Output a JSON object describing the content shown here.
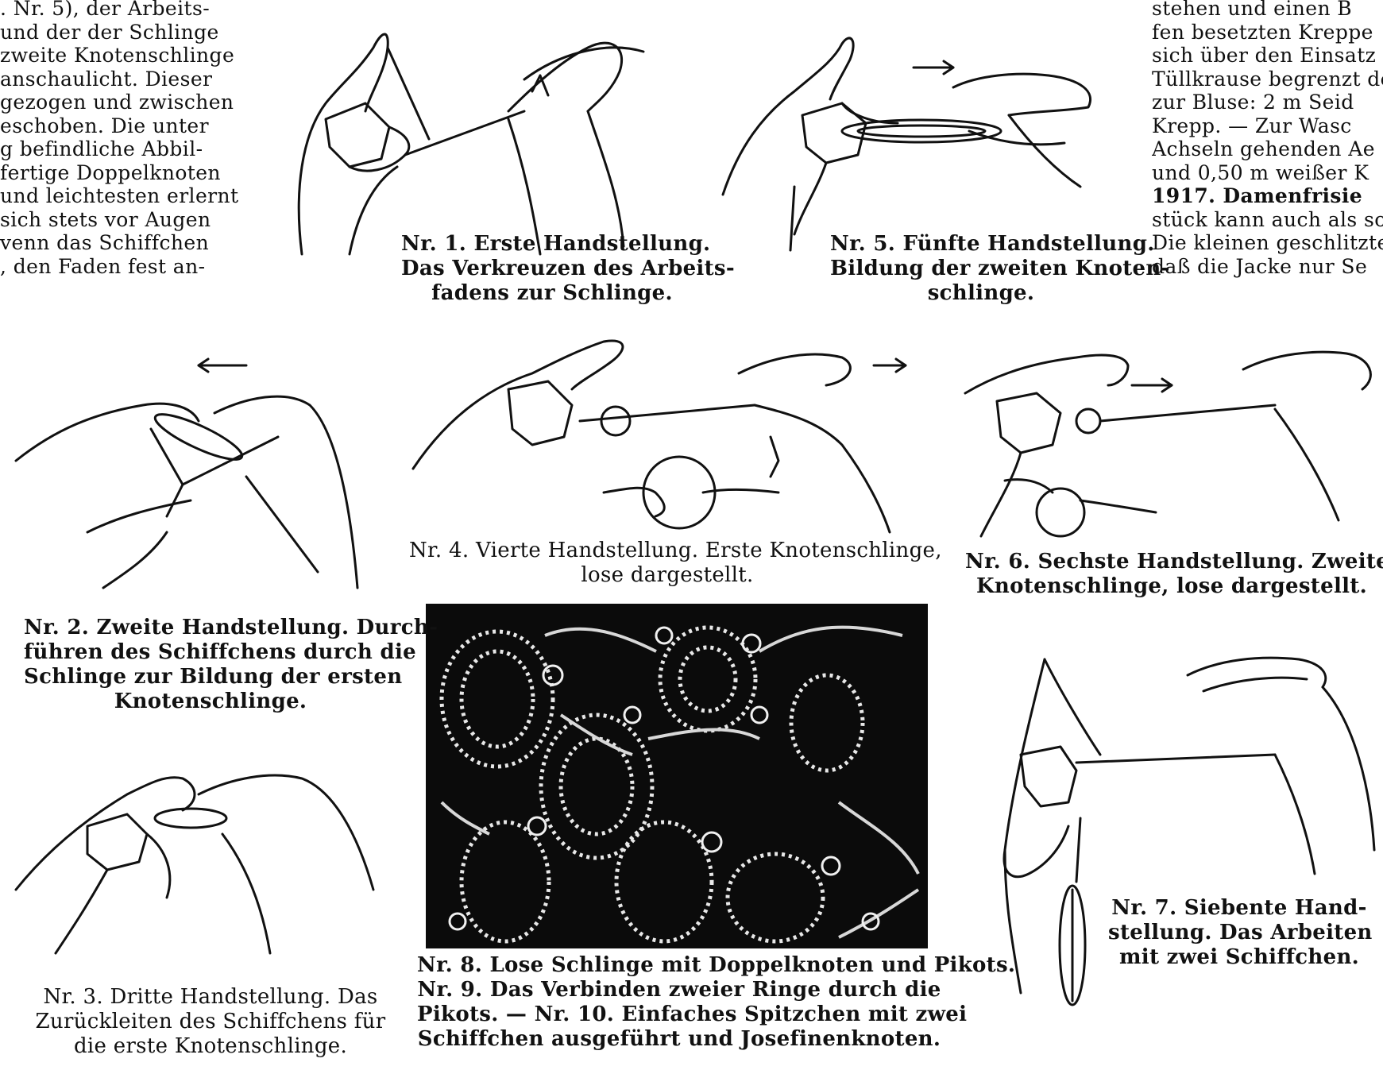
{
  "left_column": {
    "lines": [
      ". Nr. 5), der Arbeits-",
      "und der der Schlinge",
      "zweite Knotenschlinge",
      "anschaulicht.  Dieser",
      "gezogen und zwischen",
      "eschoben.  Die unter",
      "g  befindliche Abbil-",
      "fertige  Doppelknoten",
      "und leichtesten erlernt",
      " sich stets vor Augen",
      "venn  das  Schiffchen",
      ", den Faden fest an-"
    ]
  },
  "right_column": {
    "lines": [
      "stehen  und  einen  B",
      "fen  besetzten  Kreppe",
      "sich über den Einsatz",
      "Tüllkrause begrenzt de",
      "zur Bluse:  2 m  Seid",
      "Krepp.  —  Zur  Wasc",
      "Achseln  gehenden  Ae",
      "und 0,50 m weißer K",
      "    1917. Damenfrisie",
      "stück kann auch als so",
      "Die kleinen geschlitzten",
      "daß die Jacke nur Se"
    ]
  },
  "captions": {
    "fig1": [
      "Nr. 1.  Erste  Handstellung.",
      "Das Verkreuzen des Arbeits-",
      "fadens zur Schlinge."
    ],
    "fig5": [
      "Nr. 5.  Fünfte Handstellung.",
      "Bildung der zweiten Knoten-",
      "schlinge."
    ],
    "fig4": [
      "Nr. 4.  Vierte  Handstellung.  Erste  Knotenschlinge,",
      "lose dargestellt."
    ],
    "fig6": [
      "Nr. 6.  Sechste Handstellung.  Zweite",
      "Knotenschlinge, lose dargestellt."
    ],
    "fig2": [
      "Nr. 2.  Zweite Handstellung.  Durch-",
      "führen des Schiffchens durch die",
      "Schlinge zur Bildung der ersten",
      "Knotenschlinge."
    ],
    "fig3": [
      "Nr. 3.  Dritte  Handstellung.   Das",
      "Zurückleiten  des  Schiffchens  für",
      "die erste Knotenschlinge."
    ],
    "fig8": [
      "Nr. 8.  Lose Schlinge mit Doppelknoten und Pikots.",
      "Nr. 9.  Das  Verbinden  zweier  Ringe  durch  die",
      "Pikots.  —  Nr. 10.  Einfaches Spitzchen mit zwei",
      "Schiffchen ausgeführt und Josefinenknoten."
    ],
    "fig7": [
      "Nr. 7.  Siebente  Hand-",
      "stellung.  Das  Arbeiten",
      "mit zwei Schiffchen."
    ]
  },
  "figures": [
    "hands-fig1",
    "hands-fig5",
    "hands-fig2",
    "hands-fig4",
    "hands-fig6",
    "hands-fig3",
    "lace-photo-fig8",
    "hands-fig7"
  ]
}
